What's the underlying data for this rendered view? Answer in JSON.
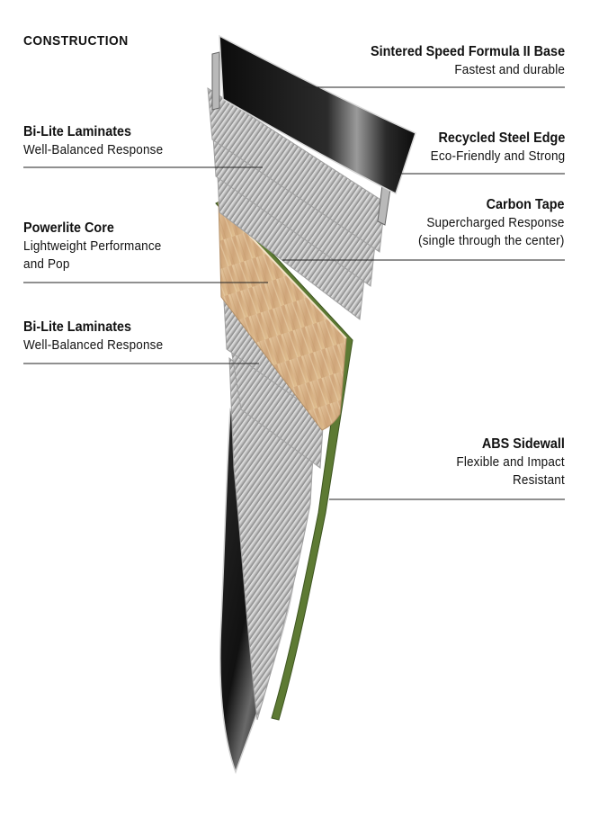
{
  "heading": "CONSTRUCTION",
  "layers": {
    "base": {
      "title": "Sintered Speed Formula II Base",
      "subtitle": [
        "Fastest and durable"
      ]
    },
    "top_lam": {
      "title": "Bi-Lite Laminates",
      "subtitle": [
        "Well-Balanced Response"
      ]
    },
    "edge": {
      "title": "Recycled Steel Edge",
      "subtitle": [
        "Eco-Friendly and Strong"
      ]
    },
    "carbon": {
      "title": "Carbon Tape",
      "subtitle": [
        "Supercharged Response",
        "(single through the center)"
      ]
    },
    "core": {
      "title": "Powerlite Core",
      "subtitle": [
        "Lightweight Performance",
        "and Pop"
      ]
    },
    "bottom_lam": {
      "title": "Bi-Lite Laminates",
      "subtitle": [
        "Well-Balanced Response"
      ]
    },
    "sidewall": {
      "title": "ABS Sidewall",
      "subtitle": [
        "Flexible and Impact",
        "Resistant"
      ]
    }
  },
  "colors": {
    "text": "#111111",
    "base_black": "#141414",
    "laminate": "#d9d9d9",
    "core_wood": "#d7b58a",
    "sidewall_green": "#5d7a33",
    "leader": "#222222"
  }
}
